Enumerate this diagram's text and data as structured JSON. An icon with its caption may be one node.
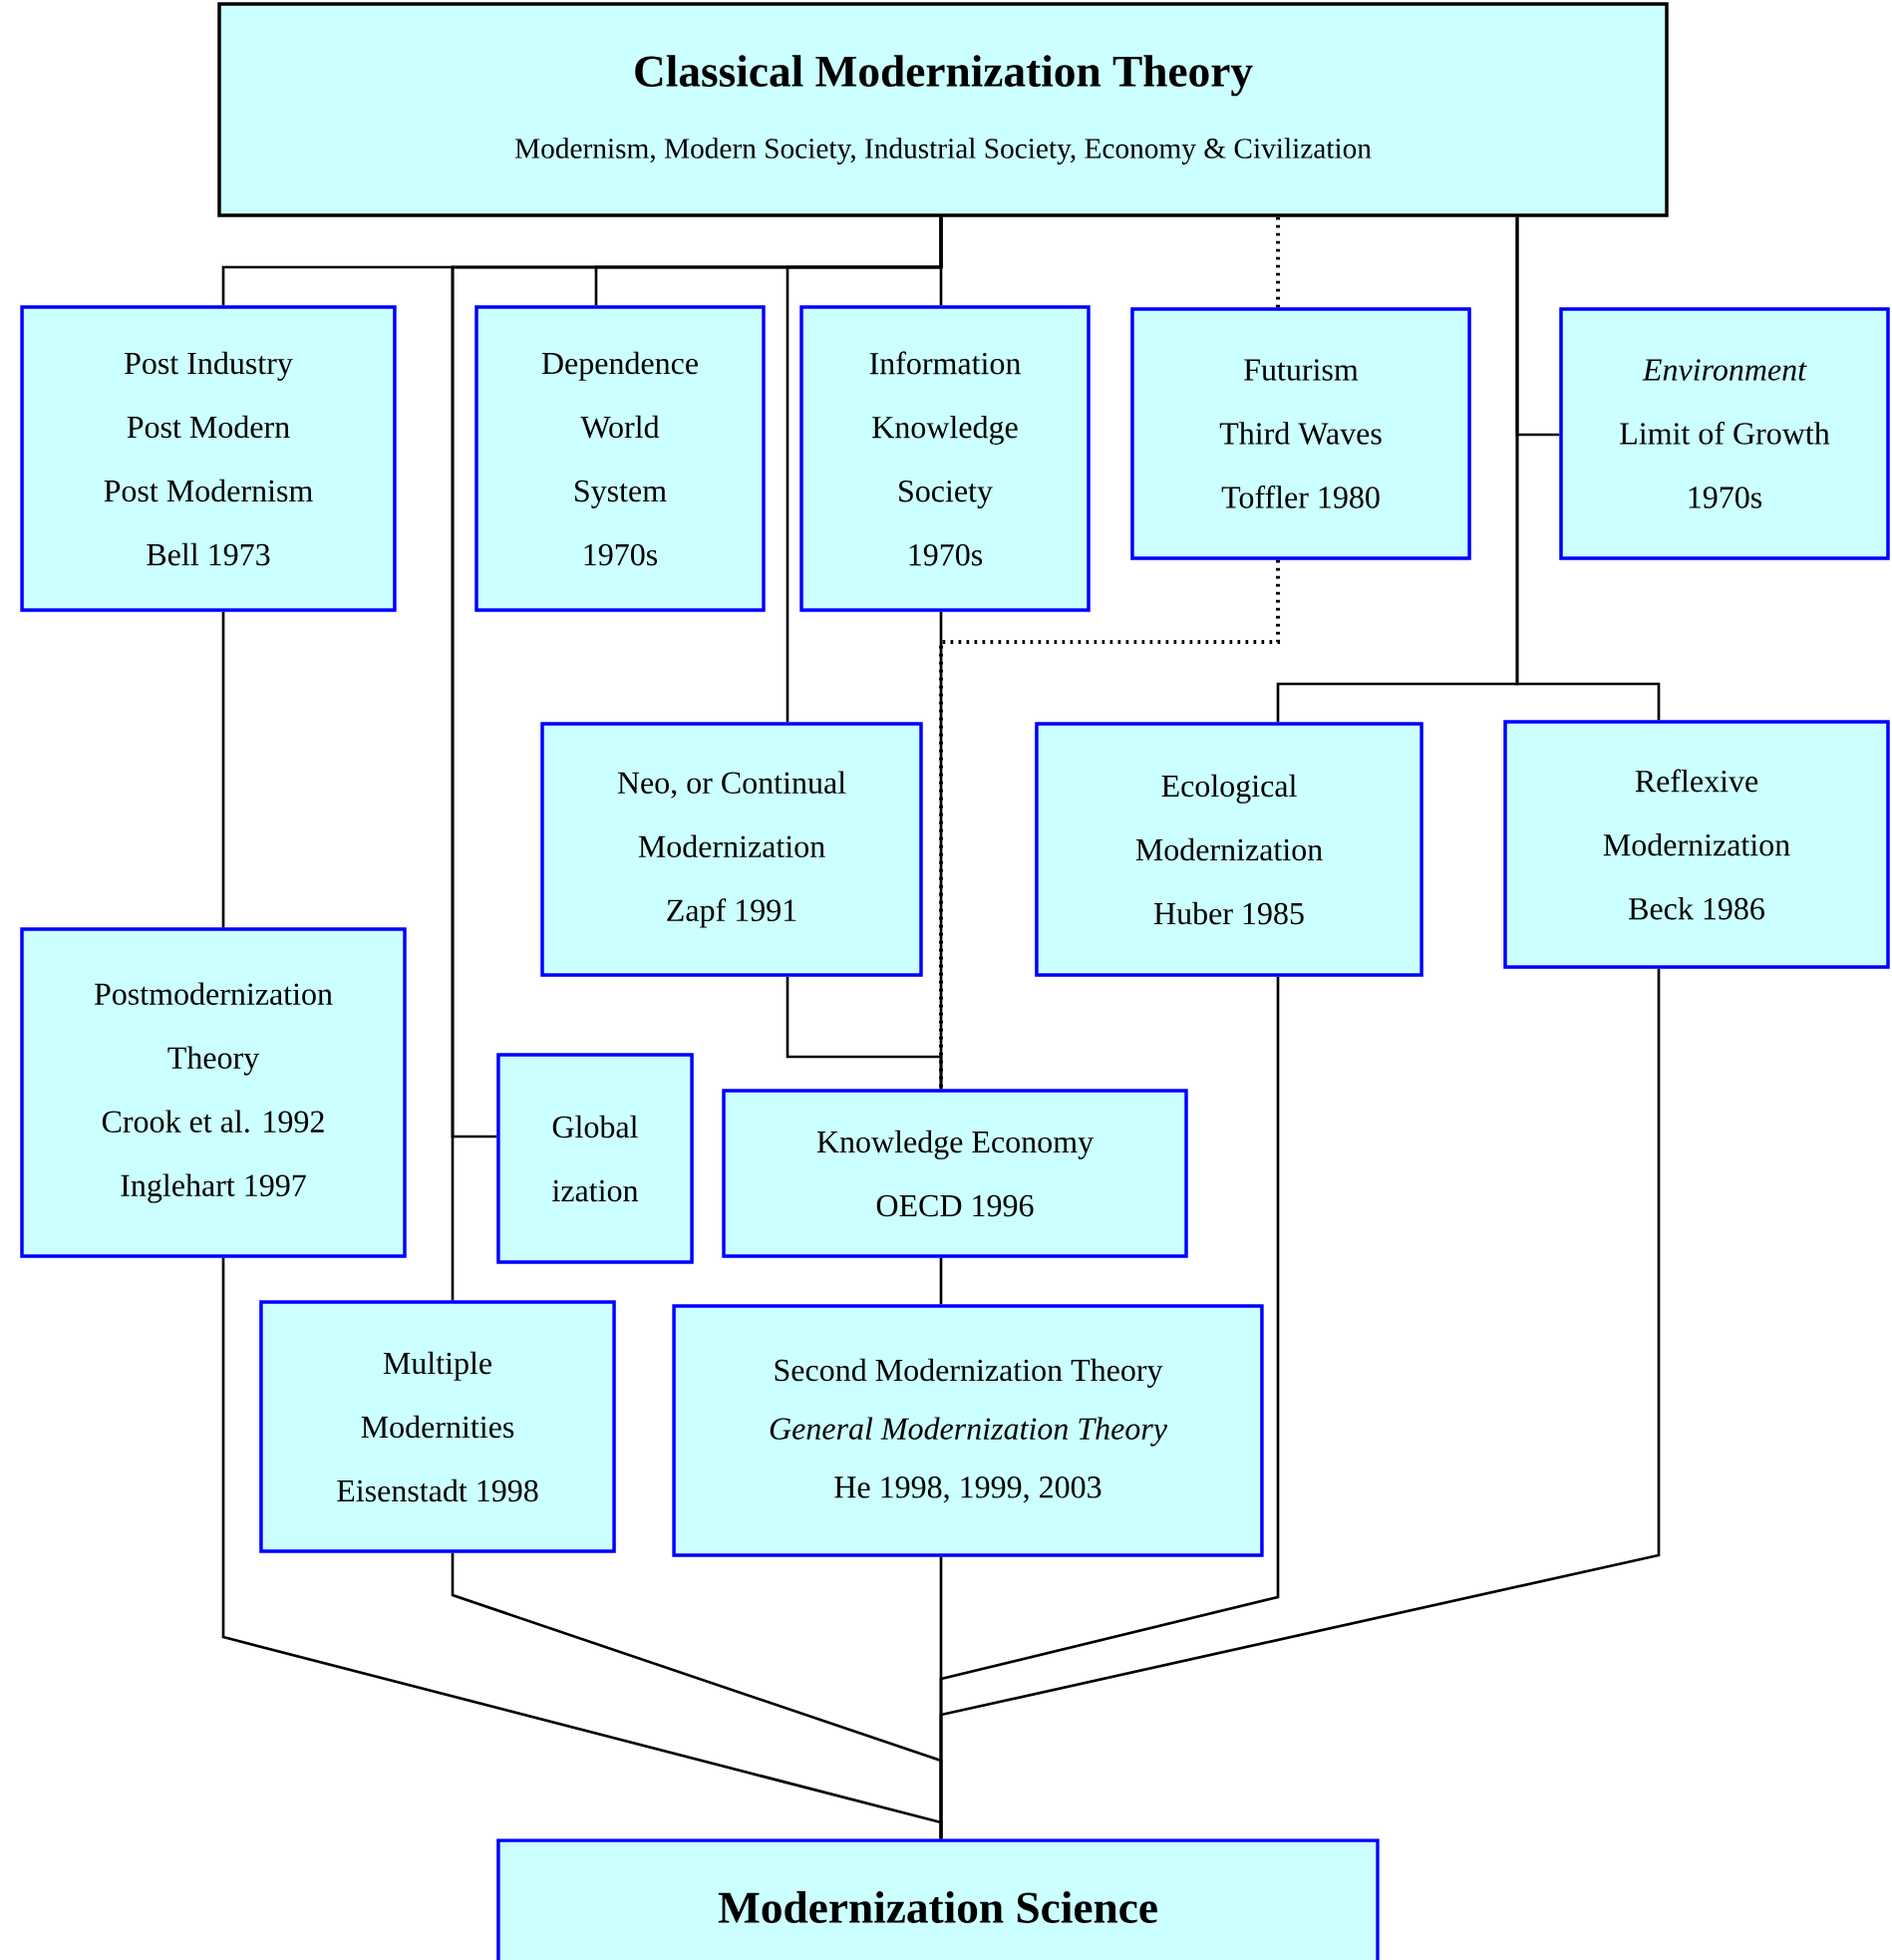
{
  "diagram": {
    "nodes": [
      {
        "text": [
          "Classical Modernization Theory",
          "Modernism, Modern Society, Industrial Society, Economy & Civilization"
        ]
      },
      {
        "text": [
          "Post Industry",
          "Post Modern",
          "Post Modernism",
          "Bell 1973"
        ]
      },
      {
        "text": [
          "Dependence",
          "World",
          "System",
          "1970s"
        ]
      },
      {
        "text": [
          "Information",
          "Knowledge",
          "Society",
          "1970s"
        ]
      },
      {
        "text": [
          "Futurism",
          "Third Waves",
          "Toffler 1980"
        ]
      },
      {
        "text": [
          "Environment",
          "Limit of Growth",
          "1970s"
        ]
      },
      {
        "text": [
          "Neo, or Continual",
          "Modernization",
          "Zapf 1991"
        ]
      },
      {
        "text": [
          "Ecological",
          "Modernization",
          "Huber 1985"
        ]
      },
      {
        "text": [
          "Reflexive",
          "Modernization",
          "Beck 1986"
        ]
      },
      {
        "text": [
          "Postmodernization",
          "Theory",
          "Crook et al. 1992",
          "Inglehart 1997"
        ]
      },
      {
        "text": [
          "Global",
          "ization"
        ]
      },
      {
        "text": [
          "Knowledge Economy",
          "OECD 1996"
        ]
      },
      {
        "text": [
          "Multiple",
          "Modernities",
          "Eisenstadt 1998"
        ]
      },
      {
        "text": [
          "Second Modernization Theory",
          "General Modernization Theory",
          "He 1998, 1999, 2003"
        ]
      },
      {
        "text": [
          "Modernization Science"
        ]
      }
    ],
    "edges": [
      {
        "from": 0,
        "to": 1,
        "arrow": "none"
      },
      {
        "from": 0,
        "to": 2,
        "arrow": "none"
      },
      {
        "from": 0,
        "to": 3,
        "arrow": "none"
      },
      {
        "from": 0,
        "to": 6,
        "arrow": "none"
      },
      {
        "from": 0,
        "to": 10,
        "arrow": "none"
      },
      {
        "from": 0,
        "to": 12,
        "arrow": "none"
      },
      {
        "from": 0,
        "to": 4,
        "arrow": "none",
        "style": "dashed"
      },
      {
        "from": 0,
        "to": 5,
        "arrow": "none"
      },
      {
        "from": 0,
        "to": 7,
        "arrow": "none"
      },
      {
        "from": 0,
        "to": 8,
        "arrow": "none"
      },
      {
        "from": 1,
        "to": 9,
        "arrow": "none"
      },
      {
        "from": 3,
        "to": 11,
        "arrow": "none"
      },
      {
        "from": 4,
        "to": 11,
        "arrow": "none",
        "style": "dashed"
      },
      {
        "from": 6,
        "to": 11,
        "arrow": "none"
      },
      {
        "from": 11,
        "to": 13,
        "arrow": "none"
      },
      {
        "from": 9,
        "to": 14,
        "arrow": "none"
      },
      {
        "from": 12,
        "to": 14,
        "arrow": "none"
      },
      {
        "from": 13,
        "to": 14,
        "arrow": "none"
      },
      {
        "from": 7,
        "to": 14,
        "arrow": "none"
      },
      {
        "from": 8,
        "to": 14,
        "arrow": "none"
      }
    ]
  }
}
